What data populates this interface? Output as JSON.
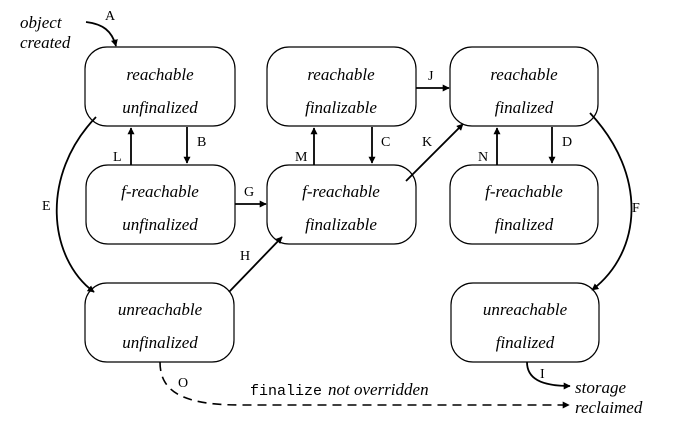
{
  "start": {
    "line1": "object",
    "line2": "created"
  },
  "end": {
    "line1": "storage",
    "line2": "reclaimed"
  },
  "nodes": {
    "reach_unfin": {
      "line1": "reachable",
      "line2": "unfinalized"
    },
    "reach_finz": {
      "line1": "reachable",
      "line2": "finalizable"
    },
    "reach_fin": {
      "line1": "reachable",
      "line2": "finalized"
    },
    "freach_unfin": {
      "line1": "f-reachable",
      "line2": "unfinalized"
    },
    "freach_finz": {
      "line1": "f-reachable",
      "line2": "finalizable"
    },
    "freach_fin": {
      "line1": "f-reachable",
      "line2": "finalized"
    },
    "unreach_unfin": {
      "line1": "unreachable",
      "line2": "unfinalized"
    },
    "unreach_fin": {
      "line1": "unreachable",
      "line2": "finalized"
    }
  },
  "edges": {
    "A": "A",
    "B": "B",
    "C": "C",
    "D": "D",
    "E": "E",
    "F": "F",
    "G": "G",
    "H": "H",
    "I": "I",
    "J": "J",
    "K": "K",
    "L": "L",
    "M": "M",
    "N": "N",
    "O": "O"
  },
  "note": {
    "code": "finalize",
    "text": "not overridden"
  }
}
